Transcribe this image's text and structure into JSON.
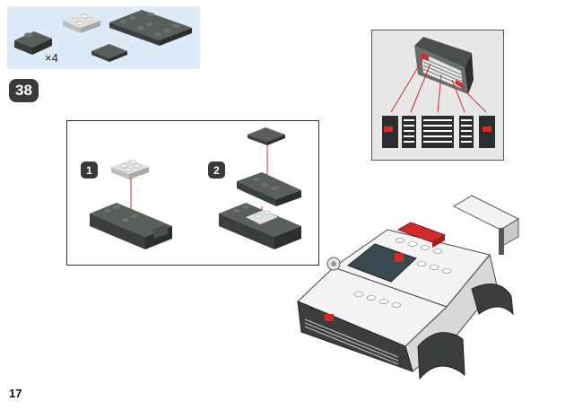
{
  "parts_callout": {
    "multiplier": "×4"
  },
  "step": {
    "number": "38",
    "substeps": [
      {
        "number": "1"
      },
      {
        "number": "2"
      }
    ]
  },
  "page": {
    "number": "17"
  },
  "colors": {
    "dark_grey": "#4a4e4c",
    "light_grey": "#d9d9d9",
    "white": "#f4f4f4",
    "red": "#d42a2a",
    "parts_background": "#dcebf7"
  }
}
